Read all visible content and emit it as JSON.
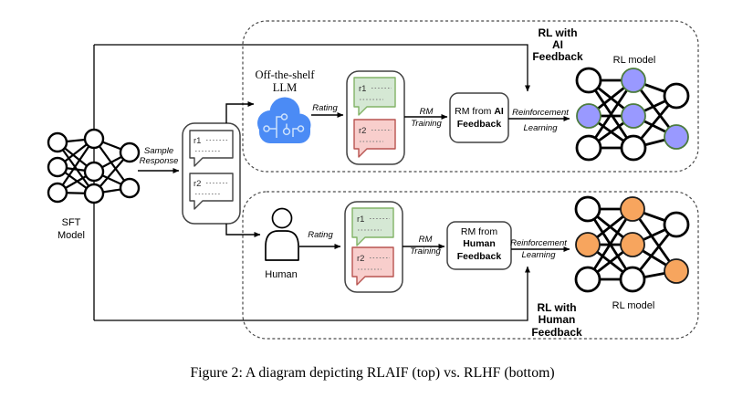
{
  "caption": "Figure 2: A diagram depicting RLAIF (top) vs. RLHF (bottom)",
  "colors": {
    "node_purple": "#9999FF",
    "node_purple_stroke": "#4D7C3F",
    "node_orange": "#F7A55E",
    "node_orange_stroke": "#1A1A1A",
    "bubble_green_fill": "#D5E8D4",
    "bubble_green_stroke": "#82B366",
    "bubble_red_fill": "#F8CECC",
    "bubble_red_stroke": "#B85450",
    "cloud_blue": "#4B8BF5",
    "cloud_circuit": "#CDE2FC"
  },
  "sft": {
    "label": [
      "SFT",
      "Model"
    ]
  },
  "edges": {
    "sample_response": [
      "Sample",
      "Response"
    ],
    "rating": "Rating",
    "rm_training": [
      "RM",
      "Training"
    ],
    "reinforcement_learning": [
      "Reinforcement",
      "Learning"
    ]
  },
  "llm": {
    "label": [
      "Off-the-shelf",
      "LLM"
    ]
  },
  "human": {
    "label": "Human"
  },
  "responses": {
    "r1": "r1",
    "r2": "r2"
  },
  "rm_ai_box": {
    "line1_normal": "RM from ",
    "line1_bold": "AI",
    "line2_bold": "Feedback"
  },
  "rm_human_box": {
    "line1": "RM from",
    "line2": "Human",
    "line3": "Feedback"
  },
  "rl_with_ai": [
    "RL with",
    "AI",
    "Feedback"
  ],
  "rl_with_human": [
    "RL with",
    "Human",
    "Feedback"
  ],
  "rl_model": "RL model"
}
